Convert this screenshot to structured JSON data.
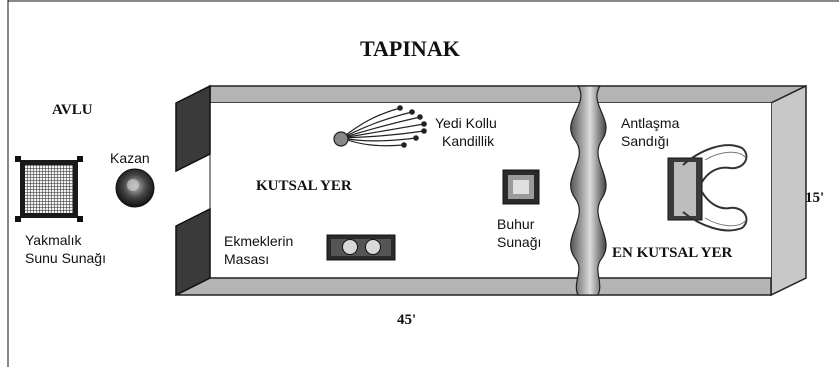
{
  "title": "TAPINAK",
  "labels": {
    "avlu": "AVLU",
    "kazan": "Kazan",
    "altar_line1": "Yakmalık",
    "altar_line2": "Sunu Sunağı",
    "holy_place": "KUTSAL YER",
    "lampstand_line1": "Yedi Kollu",
    "lampstand_line2": "Kandillik",
    "table_line1": "Ekmeklerin",
    "table_line2": "Masası",
    "incense_line1": "Buhur",
    "incense_line2": "Sunağı",
    "ark_line1": "Antlaşma",
    "ark_line2": "Sandığı",
    "most_holy": "EN KUTSAL YER"
  },
  "dimensions": {
    "length": "45'",
    "width": "15'"
  },
  "icons": [
    "altar-icon",
    "laver-icon",
    "lampstand-icon",
    "showbread-table-icon",
    "incense-altar-icon",
    "ark-icon",
    "veil-curtain"
  ]
}
